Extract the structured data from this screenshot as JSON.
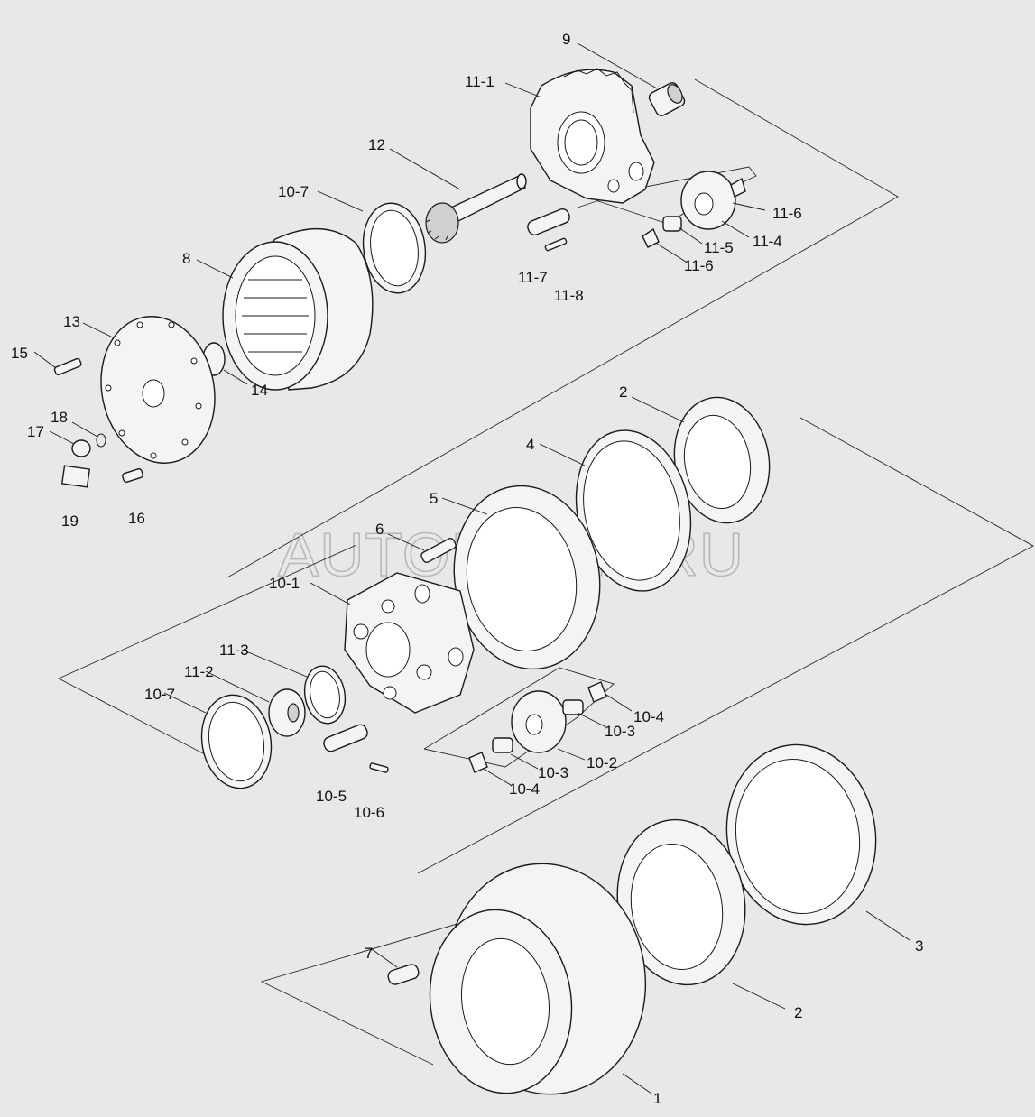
{
  "watermark": "AUTOPITER.RU",
  "labels": {
    "p9": "9",
    "p11_1": "11-1",
    "p12": "12",
    "p10_7a": "10-7",
    "p11_6a": "11-6",
    "p11_5": "11-5",
    "p11_4": "11-4",
    "p11_6b": "11-6",
    "p11_7": "11-7",
    "p11_8": "11-8",
    "p8": "8",
    "p13": "13",
    "p15": "15",
    "p14": "14",
    "p18": "18",
    "p17": "17",
    "p19": "19",
    "p16": "16",
    "p2a": "2",
    "p4": "4",
    "p5": "5",
    "p6": "6",
    "p10_1": "10-1",
    "p11_3": "11-3",
    "p11_2": "11-2",
    "p10_7b": "10-7",
    "p10_4a": "10-4",
    "p10_3a": "10-3",
    "p10_2": "10-2",
    "p10_3b": "10-3",
    "p10_4b": "10-4",
    "p10_5": "10-5",
    "p10_6": "10-6",
    "p7": "7",
    "p3": "3",
    "p2b": "2",
    "p1": "1"
  }
}
